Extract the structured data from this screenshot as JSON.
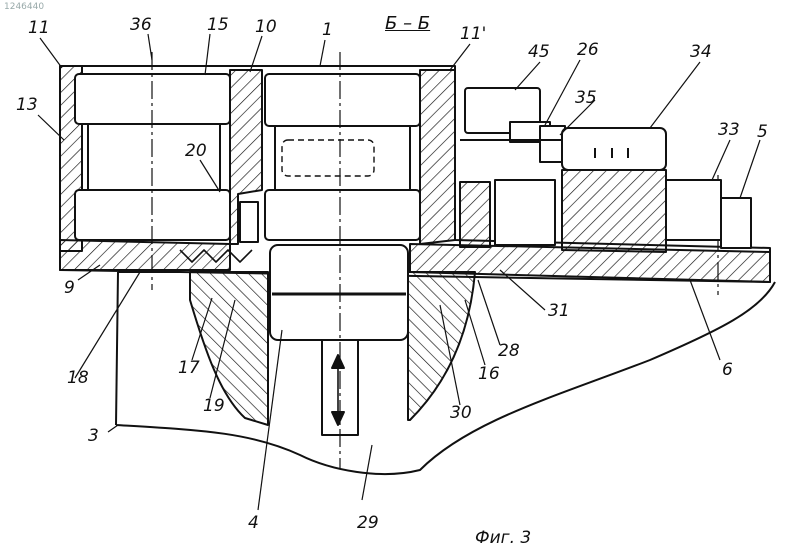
{
  "section_title": "Б – Б",
  "figure_caption": "Фиг. 3",
  "stamp_text": "1246440",
  "labels": {
    "l11": "11",
    "l36": "36",
    "l15": "15",
    "l10": "10",
    "l1": "1",
    "l11p": "11'",
    "l45": "45",
    "l26": "26",
    "l34": "34",
    "l13": "13",
    "l35": "35",
    "l33": "33",
    "l5": "5",
    "l20": "20",
    "l9": "9",
    "l31": "31",
    "l28": "28",
    "l16": "16",
    "l18": "18",
    "l17": "17",
    "l19": "19",
    "l30": "30",
    "l6": "6",
    "l3": "3",
    "l4": "4",
    "l29": "29"
  },
  "colors": {
    "ink": "#111111",
    "background": "#ffffff",
    "stamp": "#9aaaaa"
  }
}
